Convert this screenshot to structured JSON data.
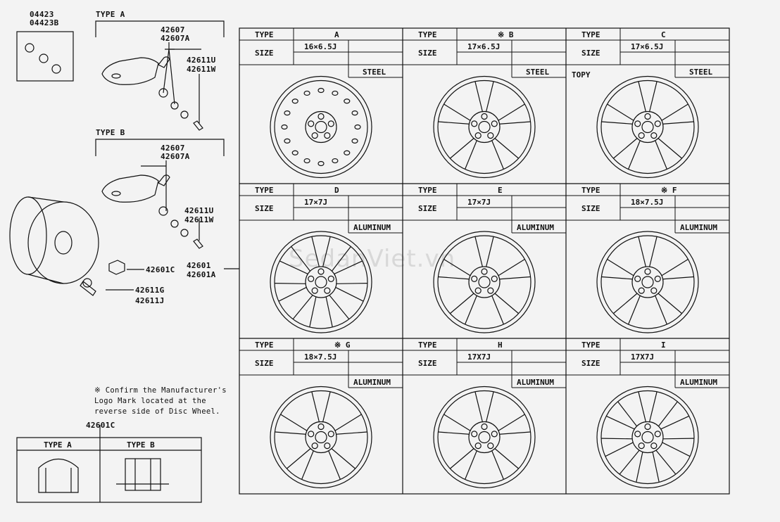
{
  "parts": {
    "clip_a": "04423",
    "clip_b": "04423B",
    "type_a_header": "TYPE A",
    "type_b_header": "TYPE B",
    "sensor_a1": "42607",
    "sensor_a2": "42607A",
    "valve_u": "42611U",
    "valve_w": "42611W",
    "sensor_b1": "42607",
    "sensor_b2": "42607A",
    "valve_u2": "42611U",
    "valve_w2": "42611W",
    "nut": "42601C",
    "wheel1": "42601",
    "wheel2": "42601A",
    "valve_g": "42611G",
    "valve_j": "42611J"
  },
  "note": {
    "line1": "※ Confirm the Manufacturer's",
    "line2": "Logo Mark located at the",
    "line3": "reverse side of Disc Wheel."
  },
  "nut_table": {
    "title": "42601C",
    "col_a": "TYPE A",
    "col_b": "TYPE B"
  },
  "watermark": "SedanViet.vn",
  "wheel_table": {
    "type_label": "TYPE",
    "size_label": "SIZE",
    "cells": [
      {
        "type": "A",
        "size": "16×6.5J",
        "material": "STEEL"
      },
      {
        "type": "※ B",
        "size": "17×6.5J",
        "material": "STEEL"
      },
      {
        "type": "C",
        "size": "17×6.5J",
        "material": "STEEL",
        "note": "TOPY"
      },
      {
        "type": "D",
        "size": "17×7J",
        "material": "ALUMINUM"
      },
      {
        "type": "E",
        "size": "17×7J",
        "material": "ALUMINUM"
      },
      {
        "type": "※ F",
        "size": "18×7.5J",
        "material": "ALUMINUM"
      },
      {
        "type": "※ G",
        "size": "18×7.5J",
        "material": "ALUMINUM"
      },
      {
        "type": "H",
        "size": "17X7J",
        "material": "ALUMINUM"
      },
      {
        "type": "I",
        "size": "17X7J",
        "material": "ALUMINUM"
      }
    ]
  }
}
